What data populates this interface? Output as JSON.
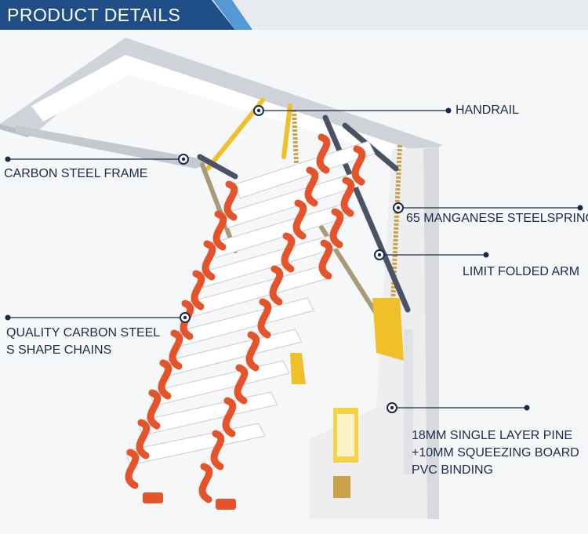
{
  "header": {
    "title": "PRODUCT DETAILS"
  },
  "colors": {
    "banner": "#1f4e86",
    "banner_accent": "#3a8bd0",
    "label_text": "#1b2a4a",
    "chain_orange": "#e5532a",
    "step_white": "#ffffff",
    "frame_gray": "#d7dadf",
    "rail_dark": "#4a5366",
    "spring_gold": "#c9a24a",
    "bracket_yellow": "#f0c02a"
  },
  "annotations": {
    "handrail": "HANDRAIL",
    "carbon_frame": "CARBON STEEL FRAME",
    "spring": "65 MANGANESE STEELSPRING",
    "limit_arm": "LIMIT FOLDED ARM",
    "chains": "QUALITY CARBON STEEL\nS SHAPE CHAINS",
    "board": "18MM SINGLE LAYER PINE\n+10MM SQUEEZING BOARD\nPVC BINDING"
  }
}
